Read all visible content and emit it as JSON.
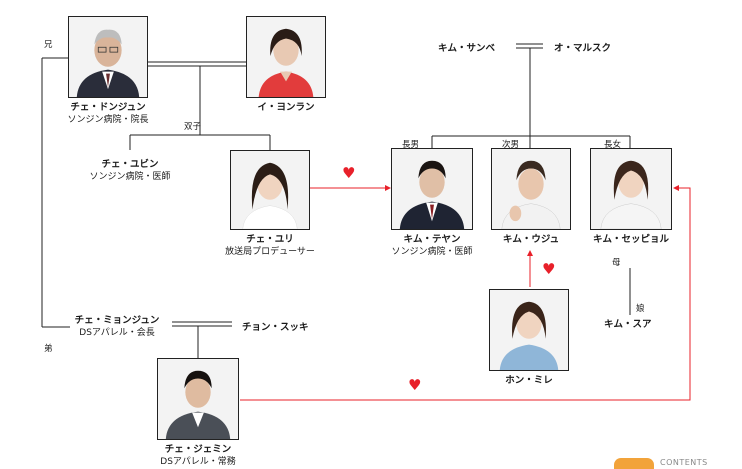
{
  "people": {
    "choi_dongjun": {
      "name": "チェ・ドンジュン",
      "role": "ソンジン病院・院長"
    },
    "lee_yeonran": {
      "name": "イ・ヨンラン"
    },
    "choi_yubin": {
      "name": "チェ・ユビン",
      "role": "ソンジン病院・医師"
    },
    "choi_yuri": {
      "name": "チェ・ユリ",
      "role": "放送局プロデューサー"
    },
    "kim_sanbe": {
      "name": "キム・サンベ"
    },
    "o_maruseuku": {
      "name": "オ・マルスク"
    },
    "kim_taeyang": {
      "name": "キム・テヤン",
      "role": "ソンジン病院・医師"
    },
    "kim_ujyu": {
      "name": "キム・ウジュ"
    },
    "kim_sepyol": {
      "name": "キム・セッピョル"
    },
    "hong_mire": {
      "name": "ホン・ミレ"
    },
    "kim_sua": {
      "name": "キム・スア"
    },
    "choi_myeongjun": {
      "name": "チェ・ミョンジュン",
      "role": "DSアパレル・会長"
    },
    "jeong_suki": {
      "name": "チョン・スッキ"
    },
    "choi_jemin": {
      "name": "チェ・ジェミン",
      "role": "DSアパレル・常務"
    }
  },
  "relations": {
    "older_brother": "兄",
    "younger_brother": "弟",
    "twins": "双子",
    "eldest_son": "長男",
    "second_son": "次男",
    "eldest_daughter": "長女",
    "mother": "母",
    "daughter": "娘"
  },
  "logo": {
    "text": "CONTENTS"
  },
  "colors": {
    "line": "#222222",
    "love_line": "#e8202a",
    "heart": "#e8202a",
    "logo": "#f2a33a"
  },
  "icons": {
    "heart": "heart-icon"
  }
}
